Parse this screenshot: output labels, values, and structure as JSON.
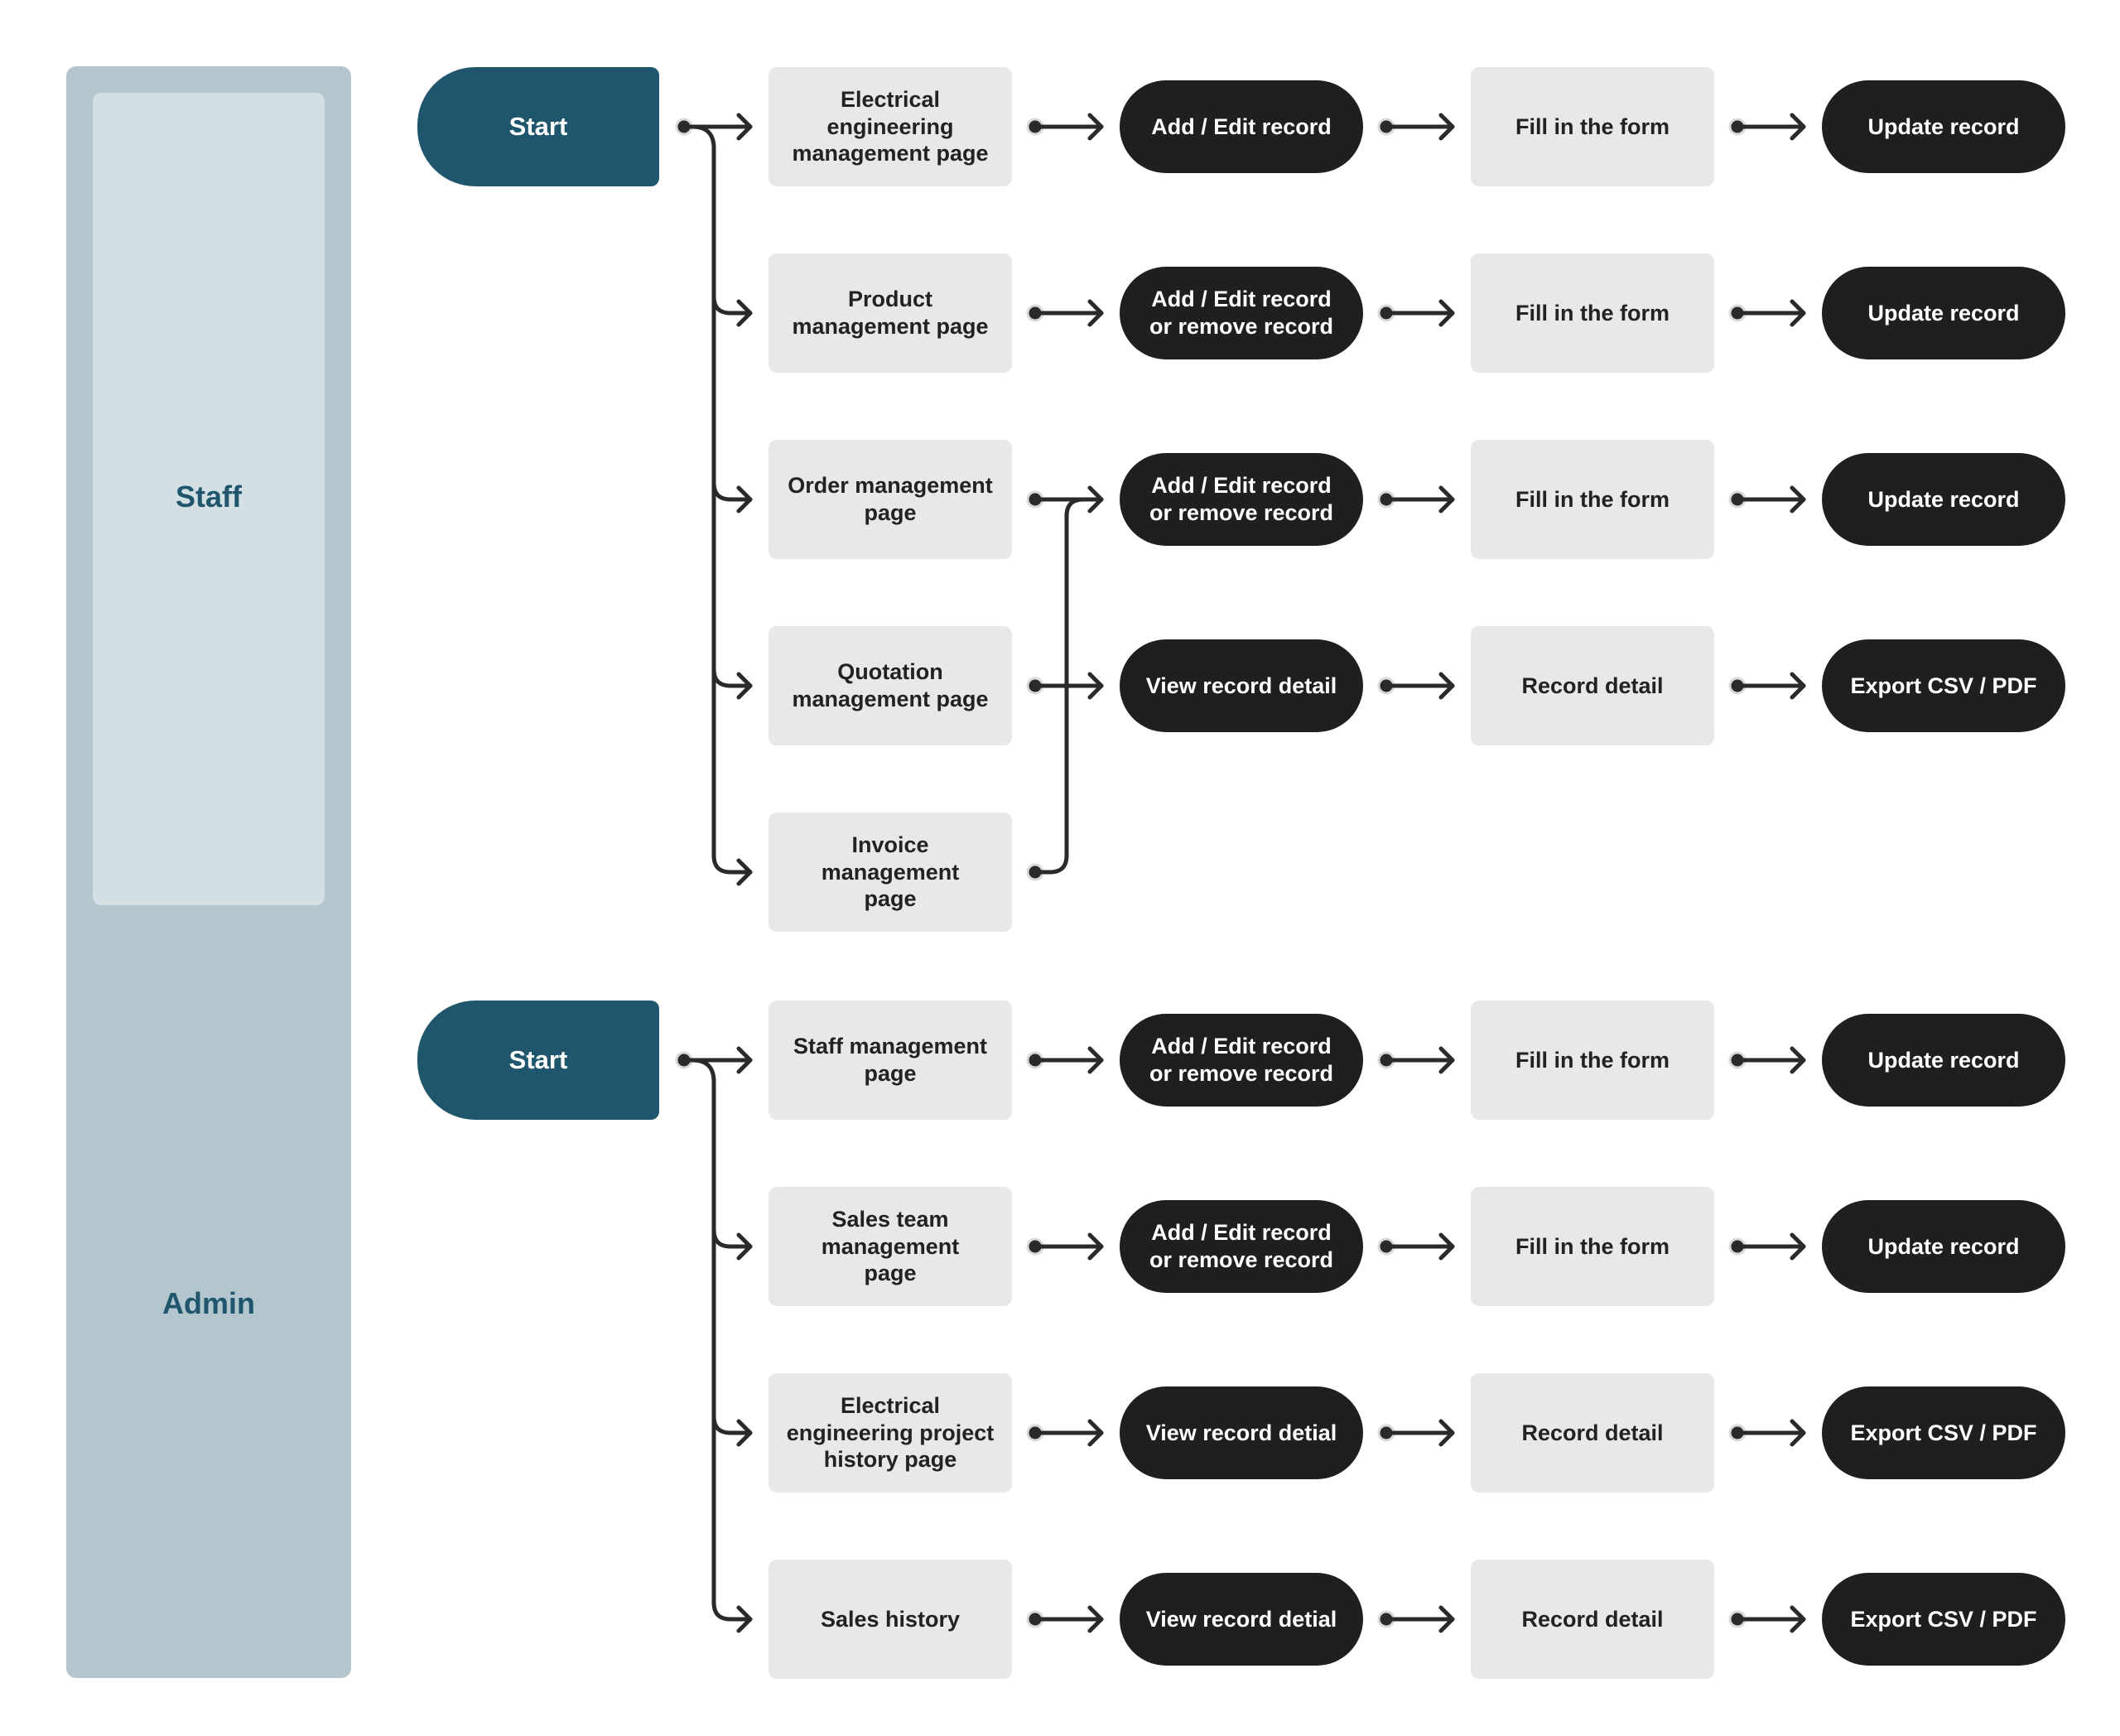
{
  "lanes": {
    "staff": "Staff",
    "admin": "Admin"
  },
  "staff": {
    "start": "Start",
    "rows": [
      {
        "page": "Electrical\nengineering\nmanagement page",
        "action": "Add / Edit record",
        "step": "Fill in the form",
        "result": "Update record"
      },
      {
        "page": "Product\nmanagement page",
        "action": "Add / Edit record\nor remove record",
        "step": "Fill in the form",
        "result": "Update record"
      },
      {
        "page": "Order management\npage",
        "action": "Add / Edit record\nor remove record",
        "step": "Fill in the form",
        "result": "Update record"
      },
      {
        "page": "Quotation\nmanagement page",
        "action": "View record detail",
        "step": "Record detail",
        "result": "Export CSV / PDF"
      },
      {
        "page": "Invoice\nmanagement\npage"
      }
    ]
  },
  "admin": {
    "start": "Start",
    "rows": [
      {
        "page": "Staff management\npage",
        "action": "Add / Edit record\nor remove record",
        "step": "Fill in the form",
        "result": "Update record"
      },
      {
        "page": "Sales team\nmanagement\npage",
        "action": "Add / Edit record\nor remove record",
        "step": "Fill in the form",
        "result": "Update record"
      },
      {
        "page": "Electrical\nengineering project\nhistory page",
        "action": "View record detial",
        "step": "Record detail",
        "result": "Export CSV / PDF"
      },
      {
        "page": "Sales history",
        "action": "View record detial",
        "step": "Record detail",
        "result": "Export CSV / PDF"
      }
    ]
  },
  "colors": {
    "lane": "#b3c5cd",
    "lane_inner": "#d3dfe3",
    "start": "#1f566d",
    "action": "#1f1f1f",
    "box": "#e8e8e8",
    "connector": "#2a2a2a"
  }
}
